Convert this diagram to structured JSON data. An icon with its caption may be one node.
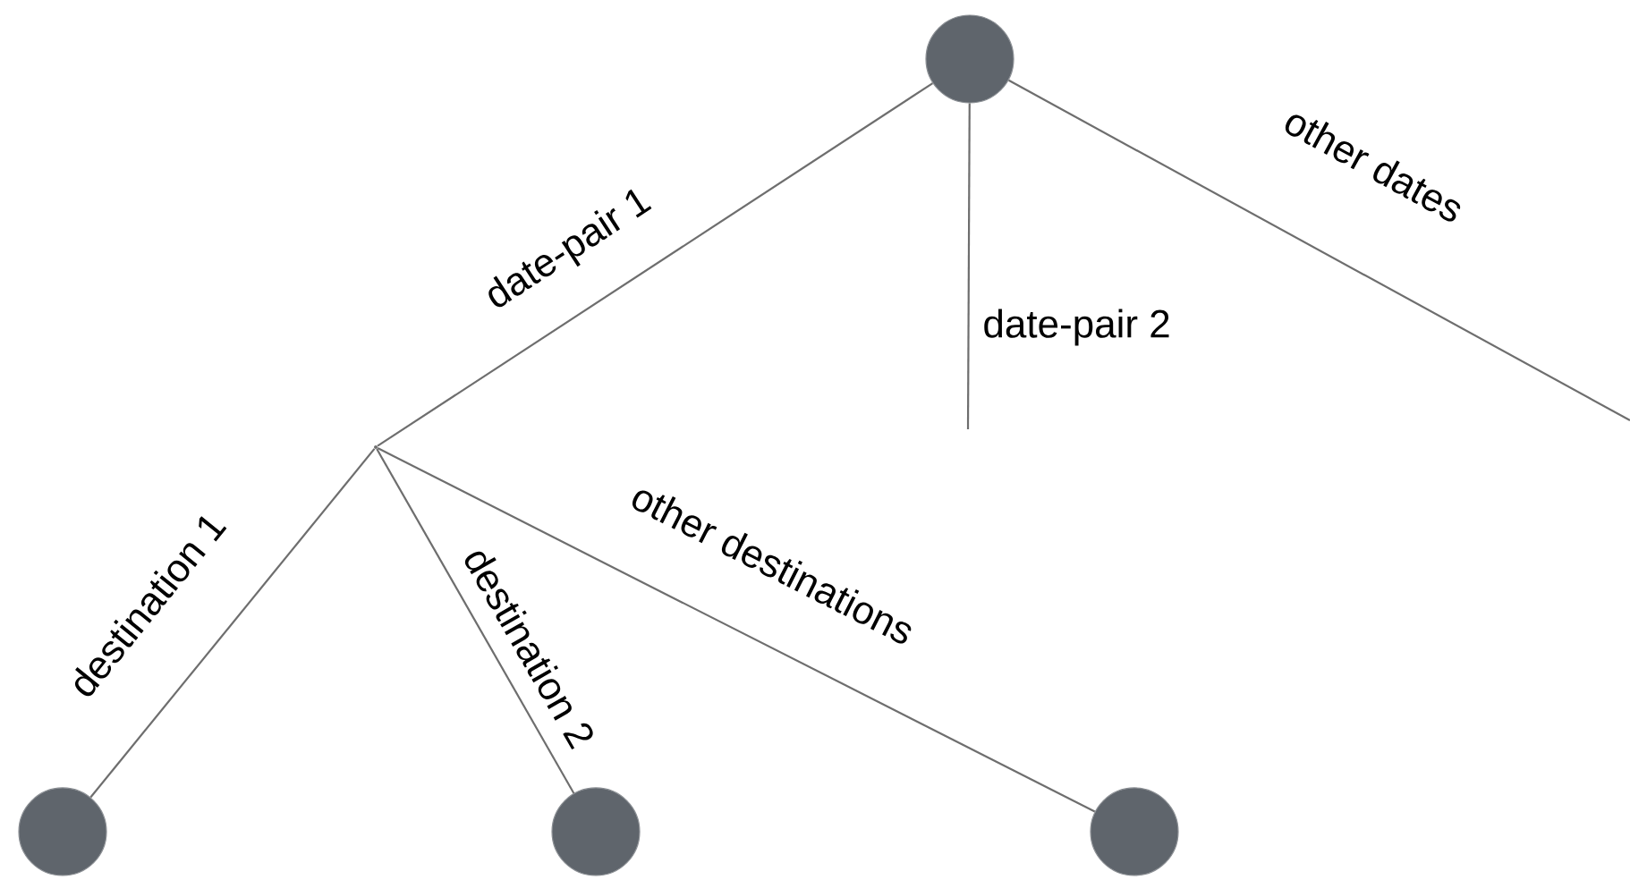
{
  "diagram": {
    "nodes": [
      {
        "text": [],
        "shape": "circle"
      },
      {
        "text": [],
        "shape": "point"
      },
      {
        "text": [],
        "shape": "circle"
      },
      {
        "text": [],
        "shape": "circle"
      },
      {
        "text": [],
        "shape": "circle"
      }
    ],
    "edges": [
      {
        "from": 0,
        "to": 1,
        "arrow": "none",
        "label": "date-pair 1"
      },
      {
        "from": 0,
        "to": null,
        "arrow": "none",
        "label": "date-pair 2"
      },
      {
        "from": 0,
        "to": null,
        "arrow": "none",
        "label": "other dates"
      },
      {
        "from": 1,
        "to": 2,
        "arrow": "none",
        "label": "destination 1"
      },
      {
        "from": 1,
        "to": 3,
        "arrow": "none",
        "label": "destination 2"
      },
      {
        "from": 1,
        "to": 4,
        "arrow": "none",
        "label": "other destinations"
      }
    ]
  }
}
